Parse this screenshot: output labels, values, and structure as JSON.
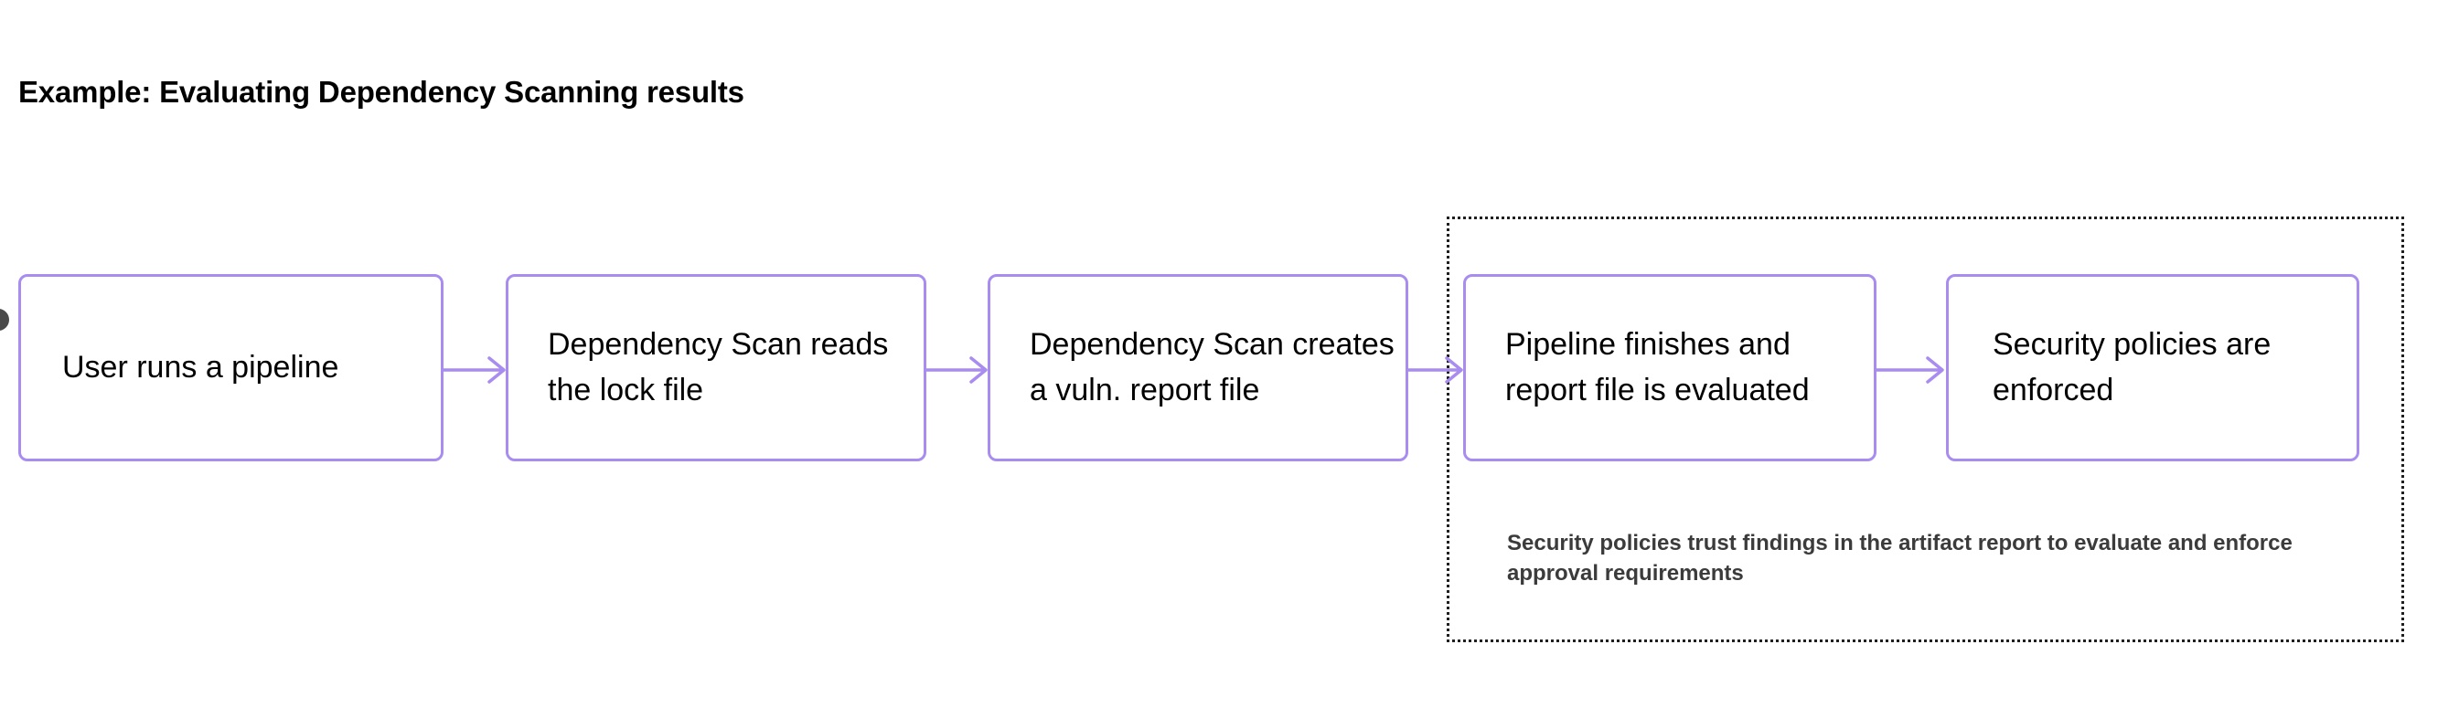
{
  "title": "Example: Evaluating Dependency Scanning results",
  "colors": {
    "node_border": "#a98cf0",
    "arrow": "#a98cf0",
    "group_border": "#1f1f1f",
    "node_text": "#000000",
    "caption_text": "#3b3b3b",
    "title_text": "#000000",
    "background": "#ffffff",
    "start_marker": "#4a4a4a"
  },
  "flow": {
    "nodes": [
      {
        "id": "user-runs-pipeline",
        "label": "User runs a pipeline"
      },
      {
        "id": "scan-reads-lock-file",
        "label": "Dependency Scan reads the lock file"
      },
      {
        "id": "scan-creates-report",
        "label": "Dependency Scan creates a vuln. report file"
      },
      {
        "id": "pipeline-finishes",
        "label": "Pipeline finishes and report file is evaluated"
      },
      {
        "id": "policies-enforced",
        "label": "Security policies are enforced"
      }
    ],
    "connectors": [
      {
        "from": "user-runs-pipeline",
        "to": "scan-reads-lock-file",
        "style": "arrow-right"
      },
      {
        "from": "scan-reads-lock-file",
        "to": "scan-creates-report",
        "style": "arrow-right"
      },
      {
        "from": "scan-creates-report",
        "to": "pipeline-finishes",
        "style": "arrow-right"
      },
      {
        "from": "pipeline-finishes",
        "to": "policies-enforced",
        "style": "arrow-right"
      }
    ]
  },
  "group": {
    "contains": [
      "pipeline-finishes",
      "policies-enforced"
    ],
    "border_style": "dotted",
    "caption": "Security policies trust findings in the artifact report to evaluate and enforce approval requirements"
  }
}
